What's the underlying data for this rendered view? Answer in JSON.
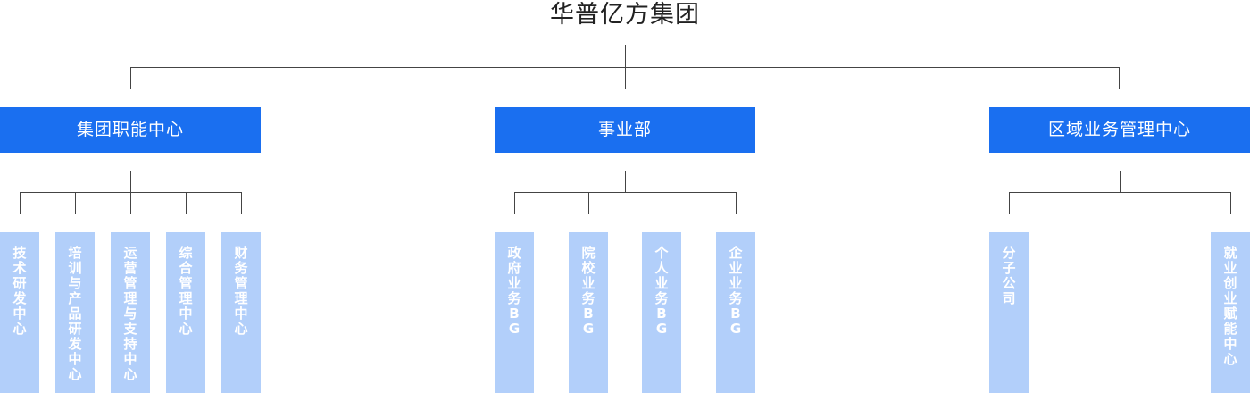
{
  "root": {
    "title": "华普亿方集团"
  },
  "colors": {
    "department_fill": "#1a6ff0",
    "unit_fill": "#b2cffa",
    "connector_line": "#444444"
  },
  "departments": [
    {
      "label": "集团职能中心",
      "units": [
        "技术研发中心",
        "培训与产品研发中心",
        "运营管理与支持中心",
        "综合管理中心",
        "财务管理中心"
      ]
    },
    {
      "label": "事业部",
      "units": [
        "政府业务BG",
        "院校业务BG",
        "个人业务BG",
        "企业业务BG"
      ]
    },
    {
      "label": "区域业务管理中心",
      "units": [
        "分子公司",
        "就业创业赋能中心"
      ]
    }
  ]
}
